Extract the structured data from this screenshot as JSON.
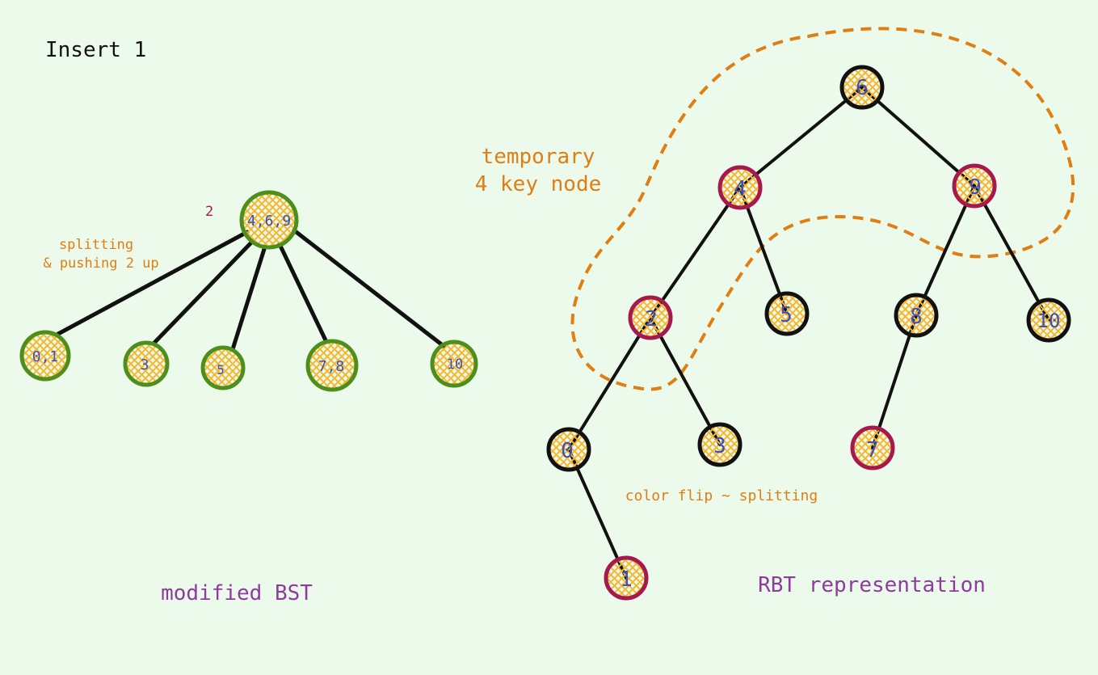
{
  "title": "Insert 1",
  "colors": {
    "background": "#ebfaeb",
    "hatch": "#f5b731",
    "key_text": "#3f51b5",
    "black_node": "#111111",
    "red_node": "#a6194f",
    "btree_node": "#4e8f1c",
    "annotation": "#e07e14",
    "caption": "#8f3b9e",
    "promoted": "#a6194f"
  },
  "left_diagram": {
    "caption": "modified BST",
    "promoted_key": "2",
    "note_line1": "splitting",
    "note_line2": "& pushing 2 up",
    "root": "4,6,9",
    "children": [
      "0,1",
      "3",
      "5",
      "7,8",
      "10"
    ]
  },
  "right_diagram": {
    "caption": "RBT representation",
    "temp_label_line1": "temporary",
    "temp_label_line2": "4 key node",
    "flip_note": "color flip ~ splitting",
    "nodes": [
      {
        "key": "6",
        "color": "black"
      },
      {
        "key": "4",
        "color": "red"
      },
      {
        "key": "9",
        "color": "red"
      },
      {
        "key": "2",
        "color": "red"
      },
      {
        "key": "5",
        "color": "black"
      },
      {
        "key": "8",
        "color": "black"
      },
      {
        "key": "10",
        "color": "black"
      },
      {
        "key": "0",
        "color": "black"
      },
      {
        "key": "3",
        "color": "black"
      },
      {
        "key": "7",
        "color": "red"
      },
      {
        "key": "1",
        "color": "red"
      }
    ]
  }
}
